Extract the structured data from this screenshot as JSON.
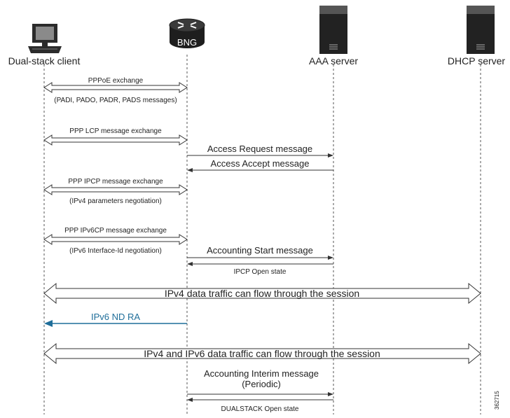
{
  "participants": {
    "client": "Dual-stack client",
    "bng_icon_text": "BNG",
    "aaa": "AAA server",
    "dhcp": "DHCP server"
  },
  "messages": {
    "pppoe_label": "PPPoE exchange",
    "pppoe_sub": "(PADI, PADO, PADR, PADS messages)",
    "lcp_label": "PPP LCP message exchange",
    "access_request": "Access Request message",
    "access_accept": "Access Accept message",
    "ipcp_label": "PPP IPCP message exchange",
    "ipcp_sub": "(IPv4 parameters negotiation)",
    "ipv6cp_label": "PPP IPv6CP message exchange",
    "ipv6cp_sub": "(IPv6 Interface-Id negotiation)",
    "acct_start": "Accounting Start message",
    "ipcp_open": "IPCP Open state",
    "ipv4_traffic": "IPv4 data traffic can flow through the session",
    "ipv6_nd_ra": "IPv6 ND RA",
    "dual_traffic": "IPv4 and IPv6 data traffic can flow through the session",
    "acct_interim_1": "Accounting Interim message",
    "acct_interim_2": "(Periodic)",
    "dualstack_open": "DUALSTACK Open state"
  },
  "figure_id": "362715",
  "colors": {
    "line": "#333333",
    "ra_blue": "#1f6e9a",
    "icon_dark": "#2b2b2b"
  }
}
